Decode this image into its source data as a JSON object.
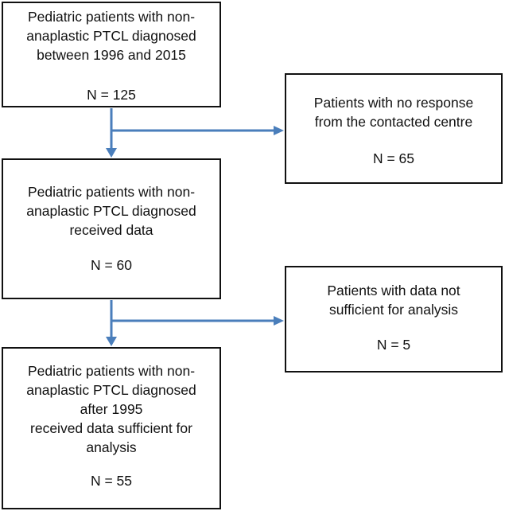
{
  "boxes": [
    {
      "lines": [
        "Pediatric patients with non-",
        "anaplastic PTCL diagnosed",
        "between 1996 and 2015"
      ],
      "count": "N = 125"
    },
    {
      "lines": [
        "Patients with no response",
        "from the contacted centre"
      ],
      "count": "N = 65"
    },
    {
      "lines": [
        "Pediatric patients with non-",
        "anaplastic PTCL diagnosed",
        "received data"
      ],
      "count": "N = 60"
    },
    {
      "lines": [
        "Patients with data not",
        "sufficient for analysis"
      ],
      "count": "N = 5"
    },
    {
      "lines": [
        "Pediatric patients with non-",
        "anaplastic PTCL diagnosed",
        "after 1995",
        "received data sufficient for",
        "analysis"
      ],
      "count": "N = 55"
    }
  ],
  "colors": {
    "arrow": "#4a7ebb",
    "border": "#111111",
    "text": "#111111"
  }
}
